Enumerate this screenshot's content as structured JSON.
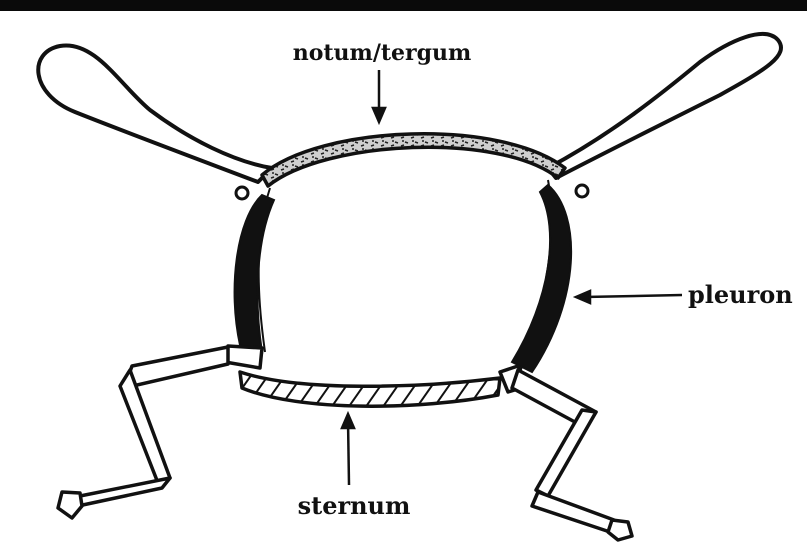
{
  "labels": {
    "notum": "notum/tergum",
    "pleuron": "pleuron",
    "sternum": "sternum"
  },
  "colors": {
    "ink": "#111111",
    "background": "#ffffff",
    "top_bar": "#0a0a0a",
    "shading": "#8a8a8a"
  }
}
